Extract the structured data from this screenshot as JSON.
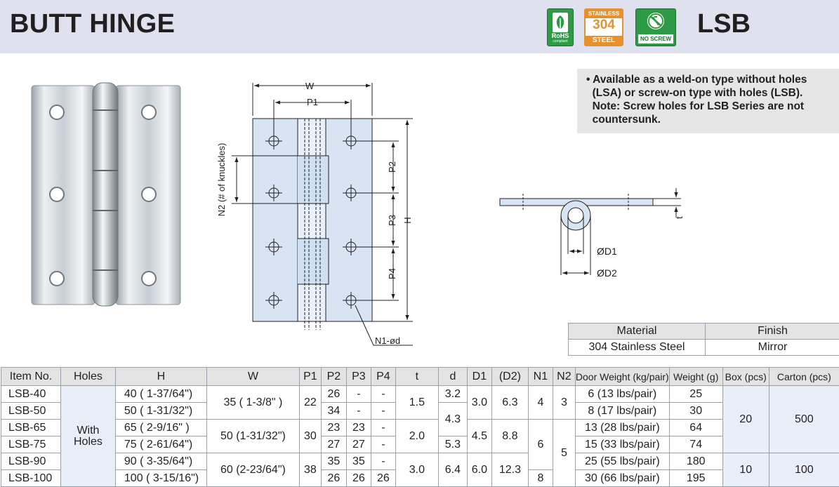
{
  "header": {
    "title": "BUTT HINGE",
    "series": "LSB",
    "badges": {
      "rohs_line1": "RoHS",
      "rohs_line2": "compliant",
      "steel_top": "STAINLESS",
      "steel_mid": "304",
      "steel_bottom": "STEEL",
      "noscrew": "NO SCREW"
    }
  },
  "drawing_labels": {
    "w": "W",
    "p1": "P1",
    "n2": "N2 (# of knuckles)",
    "p2": "P2",
    "p3": "P3",
    "p4": "P4",
    "h": "H",
    "n1d": "N1-ød",
    "t": "t",
    "d1": "ØD1",
    "d2": "ØD2"
  },
  "note": {
    "lines": [
      "• Available as a weld-on type without holes",
      "  (LSA) or screw-on type with holes (LSB).",
      "  Note: Screw holes for LSB Series are not",
      "  countersunk."
    ]
  },
  "material_table": {
    "headers": [
      "Material",
      "Finish"
    ],
    "row": [
      "304 Stainless Steel",
      "Mirror"
    ]
  },
  "spec_table": {
    "headers": [
      "Item No.",
      "Holes",
      "H",
      "W",
      "P1",
      "P2",
      "P3",
      "P4",
      "t",
      "d",
      "D1",
      "(D2)",
      "N1",
      "N2",
      "Door Weight (kg/pair)",
      "Weight (g)",
      "Box (pcs)",
      "Carton (pcs)"
    ],
    "holes_value": "With Holes",
    "rows": [
      {
        "item": "LSB-40",
        "h": "40 ( 1-37/64\")",
        "p2": "26",
        "p3": "-",
        "p4": "-",
        "door": "6 (13 lbs/pair)",
        "weight": "25"
      },
      {
        "item": "LSB-50",
        "h": "50 ( 1-31/32\")",
        "p2": "34",
        "p3": "-",
        "p4": "-",
        "door": "8 (17 lbs/pair)",
        "weight": "30"
      },
      {
        "item": "LSB-65",
        "h": "65 (  2-9/16\" )",
        "p2": "23",
        "p3": "23",
        "p4": "-",
        "door": "13 (28 lbs/pair)",
        "weight": "64"
      },
      {
        "item": "LSB-75",
        "h": "75 ( 2-61/64\")",
        "p2": "27",
        "p3": "27",
        "p4": "-",
        "door": "15 (33 lbs/pair)",
        "weight": "74"
      },
      {
        "item": "LSB-90",
        "h": "90 ( 3-35/64\")",
        "p2": "35",
        "p3": "35",
        "p4": "-",
        "door": "25 (55 lbs/pair)",
        "weight": "180"
      },
      {
        "item": "LSB-100",
        "h": "100 ( 3-15/16\")",
        "p2": "26",
        "p3": "26",
        "p4": "26",
        "door": "30 (66 lbs/pair)",
        "weight": "195"
      }
    ],
    "groups": {
      "w": [
        "35 (  1-3/8\"  )",
        "50 (1-31/32\")",
        "60 (2-23/64\")"
      ],
      "p1": [
        "22",
        "30",
        "38"
      ],
      "t": [
        "1.5",
        "2.0",
        "3.0"
      ],
      "d": [
        "3.2",
        "4.3",
        "5.3",
        "6.4"
      ],
      "d1": [
        "3.0",
        "4.5",
        "6.0"
      ],
      "d2": [
        "6.3",
        "8.8",
        "12.3"
      ],
      "n1": [
        "4",
        "6",
        "8"
      ],
      "n2": [
        "3",
        "5"
      ],
      "box": [
        "20",
        "10"
      ],
      "carton": [
        "500",
        "100"
      ]
    }
  }
}
